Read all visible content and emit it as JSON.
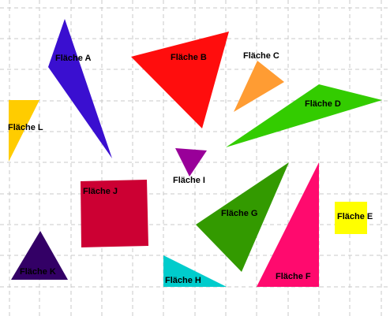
{
  "grid": {
    "line_color": "#c8c8c8"
  },
  "shapes": [
    {
      "id": "A",
      "label": "Fläche A",
      "color": "#3a0fd0"
    },
    {
      "id": "B",
      "label": "Fläche B",
      "color": "#ff0d0d"
    },
    {
      "id": "C",
      "label": "Fläche C",
      "color": "#ff9c33"
    },
    {
      "id": "D",
      "label": "Fläche D",
      "color": "#33cc00"
    },
    {
      "id": "E",
      "label": "Fläche E",
      "color": "#ffff00"
    },
    {
      "id": "F",
      "label": "Fläche F",
      "color": "#ff0a6e"
    },
    {
      "id": "G",
      "label": "Fläche G",
      "color": "#339a00"
    },
    {
      "id": "H",
      "label": "Fläche H",
      "color": "#00cccc"
    },
    {
      "id": "I",
      "label": "Fläche I",
      "color": "#990099"
    },
    {
      "id": "J",
      "label": "Fläche J",
      "color": "#cc0033"
    },
    {
      "id": "K",
      "label": "Fläche K",
      "color": "#330066"
    },
    {
      "id": "L",
      "label": "Fläche L",
      "color": "#ffcc00"
    }
  ]
}
